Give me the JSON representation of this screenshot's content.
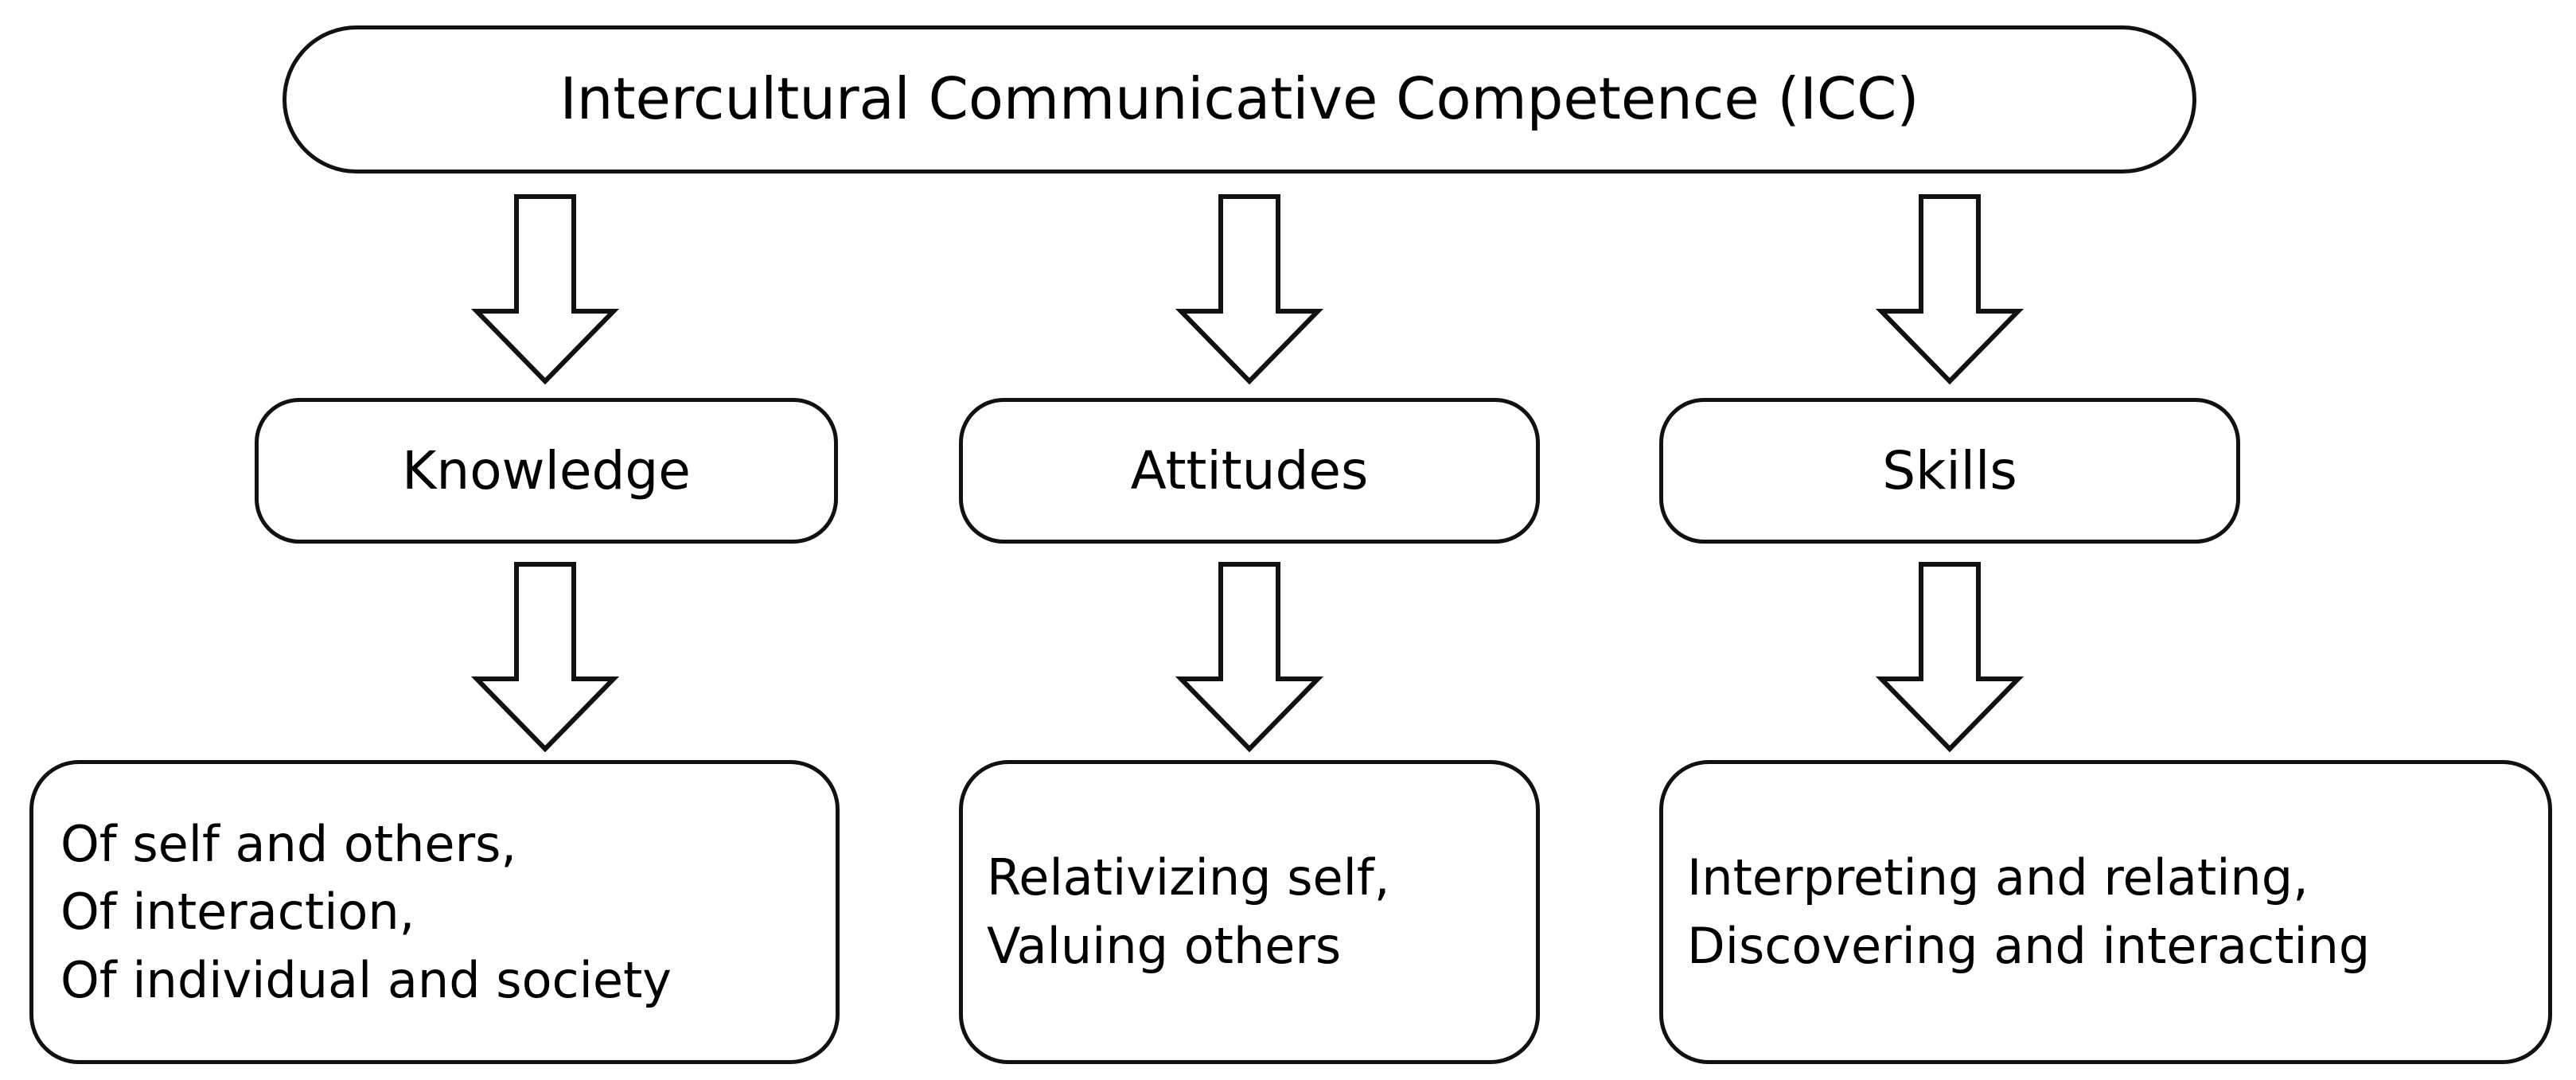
{
  "diagram": {
    "title": "Intercultural Communicative Competence (ICC)",
    "type": "hierarchical flow chart",
    "orientation": "top-down",
    "palette": {
      "background": "#ffffff",
      "node_fill": "#ffffff",
      "node_stroke": "#111111",
      "text": "#000000",
      "arrow_fill": "#ffffff",
      "arrow_stroke": "#111111"
    },
    "root": {
      "label": "Intercultural Communicative Competence (ICC)"
    },
    "branches": [
      {
        "id": "knowledge",
        "label": "Knowledge",
        "detail": "Of self and others,\nOf interaction,\nOf individual and society",
        "detail_lines": [
          "Of self and others,",
          "Of interaction,",
          "Of individual and society"
        ]
      },
      {
        "id": "attitudes",
        "label": "Attitudes",
        "detail": "Relativizing self,\nValuing others",
        "detail_lines": [
          "Relativizing self,",
          "Valuing others"
        ]
      },
      {
        "id": "skills",
        "label": "Skills",
        "detail": "Interpreting and relating,\nDiscovering and interacting",
        "detail_lines": [
          "Interpreting and relating,",
          "Discovering and interacting"
        ]
      }
    ],
    "connectors": [
      {
        "id": "root-to-knowledge",
        "shape": "hollow-block-arrow",
        "direction": "down"
      },
      {
        "id": "root-to-attitudes",
        "shape": "hollow-block-arrow",
        "direction": "down"
      },
      {
        "id": "root-to-skills",
        "shape": "hollow-block-arrow",
        "direction": "down"
      },
      {
        "id": "knowledge-to-detail",
        "shape": "hollow-block-arrow",
        "direction": "down"
      },
      {
        "id": "attitudes-to-detail",
        "shape": "hollow-block-arrow",
        "direction": "down"
      },
      {
        "id": "skills-to-detail",
        "shape": "hollow-block-arrow",
        "direction": "down"
      }
    ]
  }
}
